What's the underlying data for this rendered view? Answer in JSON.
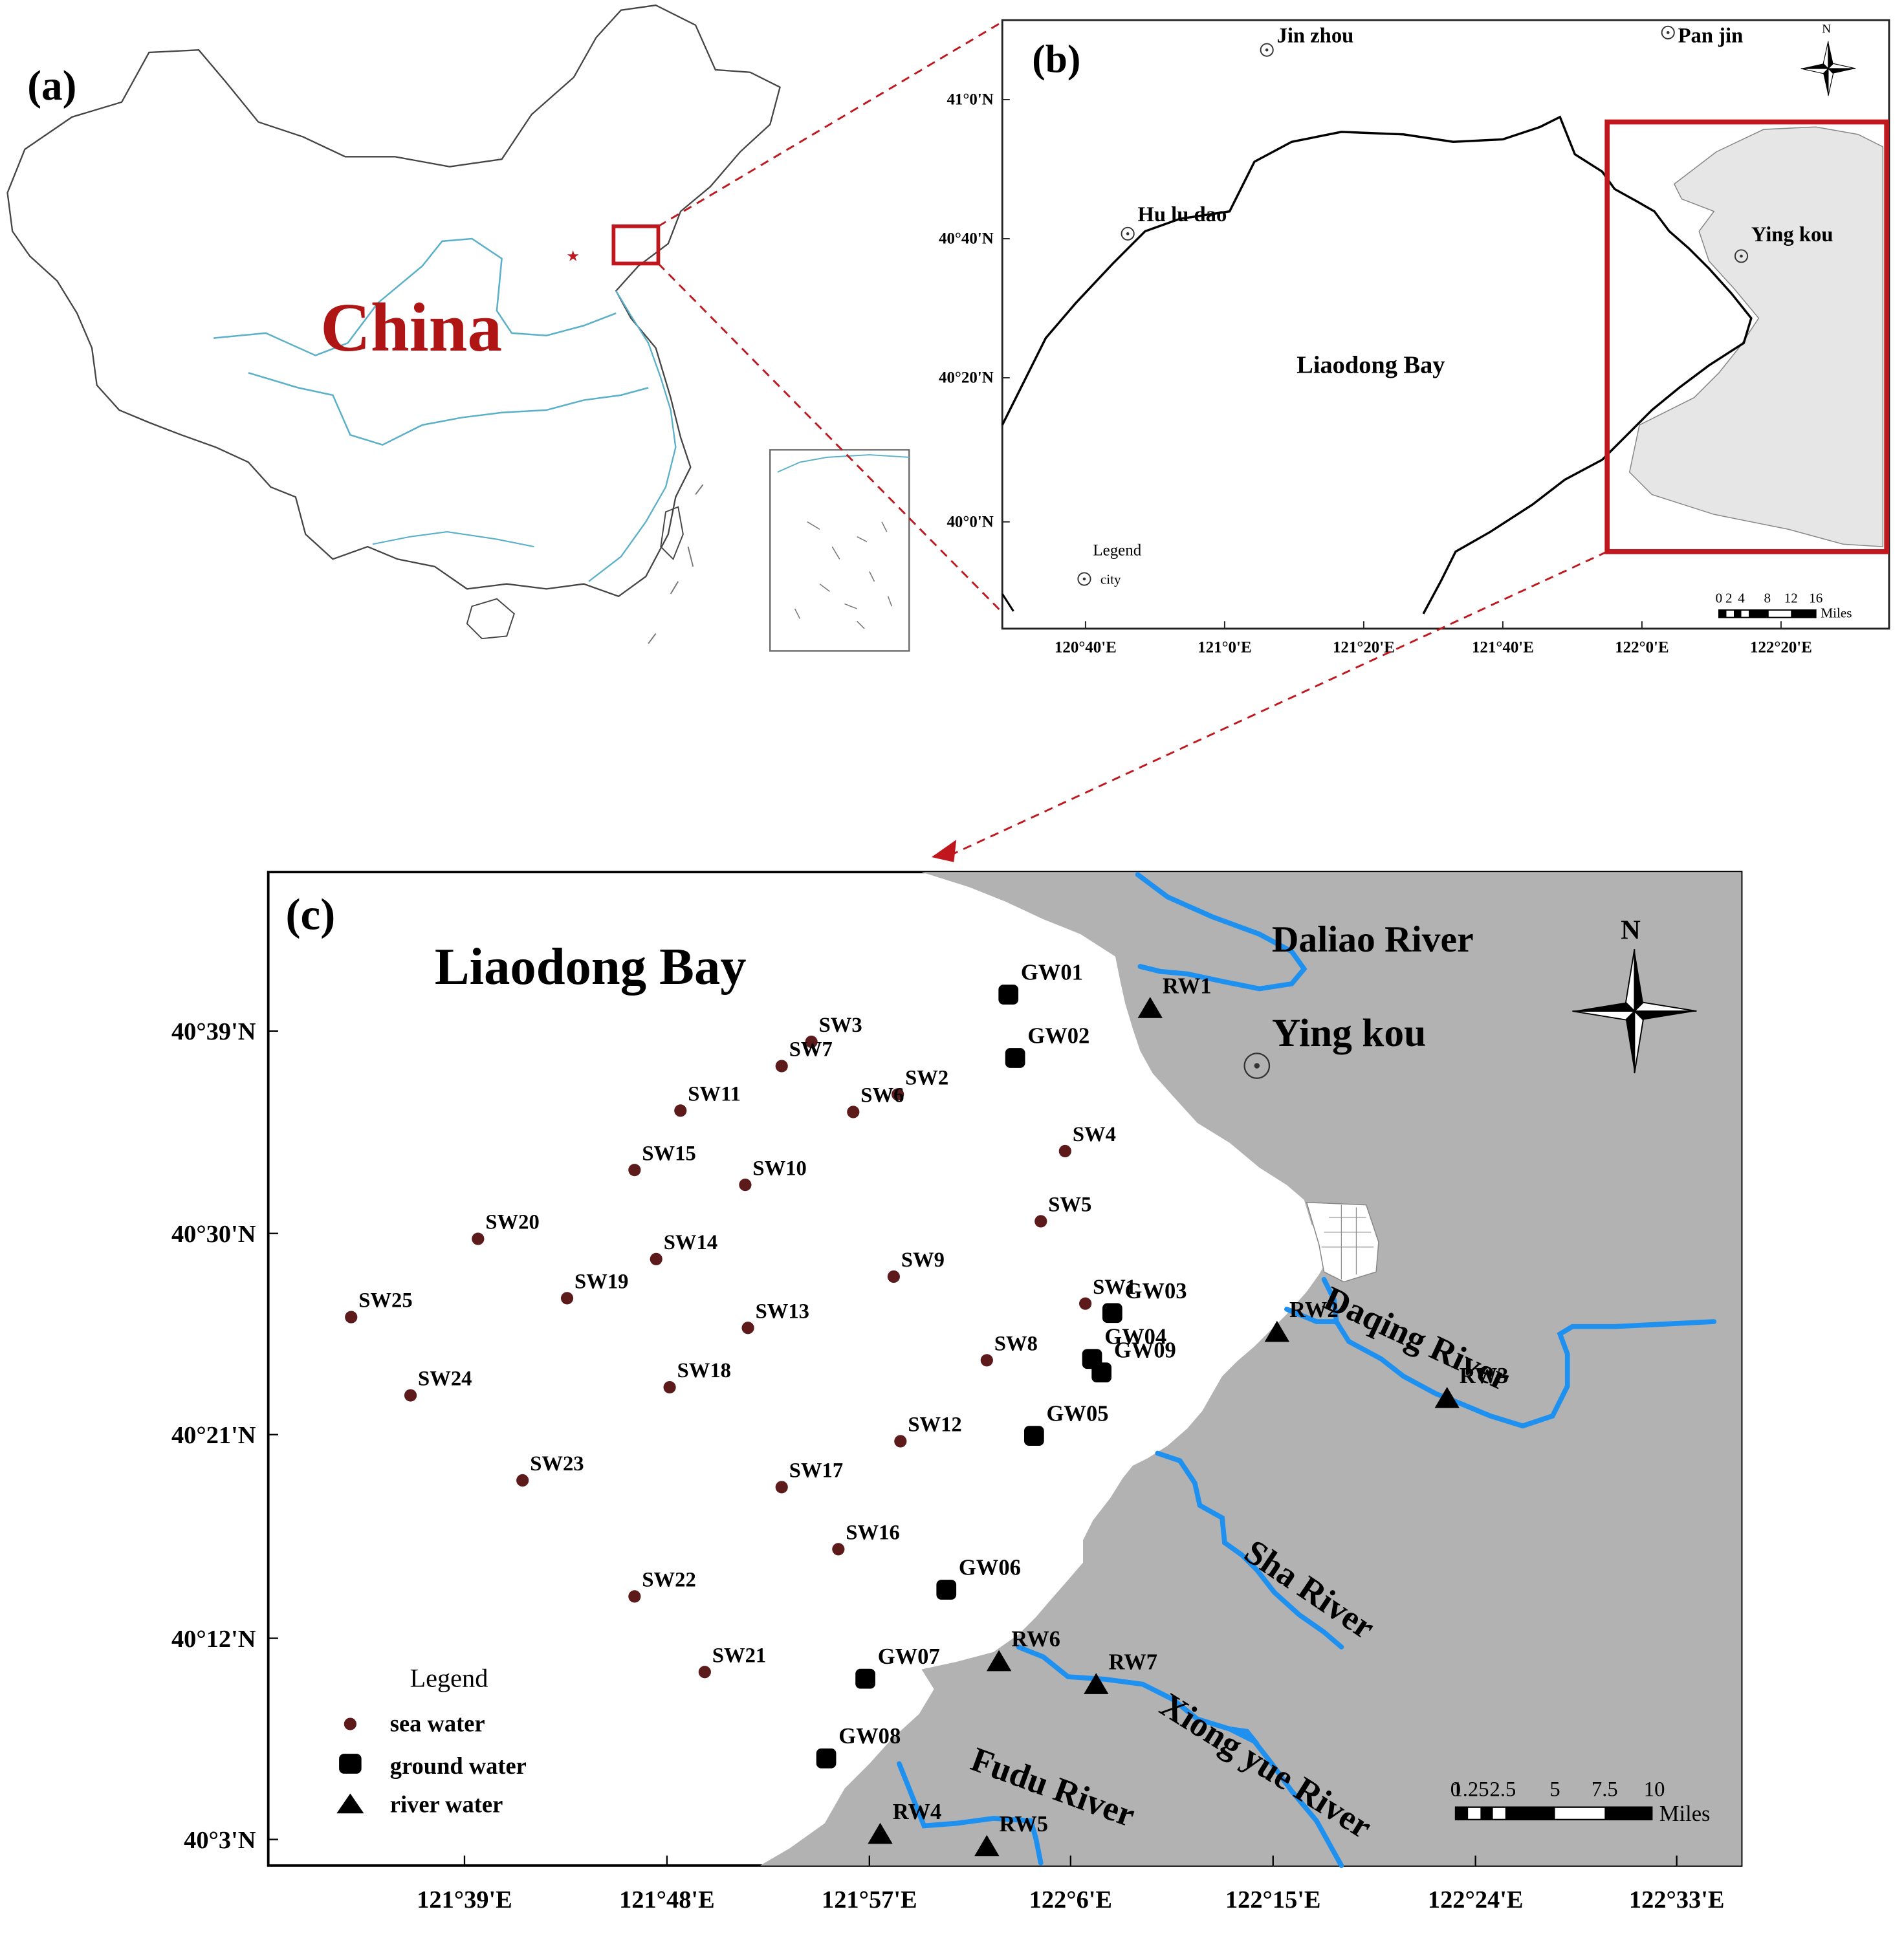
{
  "panel_a": {
    "label": "(a)",
    "country": "China"
  },
  "panel_b": {
    "label": "(b)",
    "cities": [
      "Jin zhou",
      "Pan jin",
      "Hu lu dao",
      "Ying kou"
    ],
    "bay_name": "Liaodong Bay",
    "lat_ticks": [
      "41°0'N",
      "40°40'N",
      "40°20'N",
      "40°0'N"
    ],
    "lon_ticks": [
      "120°40'E",
      "121°0'E",
      "121°20'E",
      "121°40'E",
      "122°0'E",
      "122°20'E"
    ],
    "legend_title": "Legend",
    "legend_city": "city",
    "scale_labels": [
      "0",
      "2",
      "4",
      "8",
      "12",
      "16"
    ],
    "scale_unit": "Miles",
    "north": "N"
  },
  "panel_c": {
    "label": "(c)",
    "bay_name": "Liaodong Bay",
    "city": "Ying kou",
    "north": "N",
    "rivers": [
      "Daliao River",
      "Daqing River",
      "Sha River",
      "Xiong yue River",
      "Fudu River"
    ],
    "lat_ticks": [
      "40°39'N",
      "40°30'N",
      "40°21'N",
      "40°12'N",
      "40°3'N"
    ],
    "lon_ticks": [
      "121°39'E",
      "121°48'E",
      "121°57'E",
      "122°6'E",
      "122°15'E",
      "122°24'E",
      "122°33'E"
    ],
    "legend": {
      "title": "Legend",
      "sea": "sea water",
      "ground": "ground water",
      "river": "river water"
    },
    "scale_labels": [
      "0",
      "1.25",
      "2.5",
      "5",
      "7.5",
      "10"
    ],
    "scale_unit": "Miles",
    "sea_water": [
      {
        "id": "SW1",
        "lon": 122.11,
        "lat": 40.448
      },
      {
        "id": "SW2",
        "lon": 121.971,
        "lat": 40.603
      },
      {
        "id": "SW3",
        "lon": 121.907,
        "lat": 40.642
      },
      {
        "id": "SW4",
        "lon": 122.095,
        "lat": 40.561
      },
      {
        "id": "SW5",
        "lon": 122.077,
        "lat": 40.509
      },
      {
        "id": "SW6",
        "lon": 121.938,
        "lat": 40.59
      },
      {
        "id": "SW7",
        "lon": 121.885,
        "lat": 40.624
      },
      {
        "id": "SW8",
        "lon": 122.037,
        "lat": 40.406
      },
      {
        "id": "SW9",
        "lon": 121.968,
        "lat": 40.468
      },
      {
        "id": "SW10",
        "lon": 121.858,
        "lat": 40.536
      },
      {
        "id": "SW11",
        "lon": 121.81,
        "lat": 40.591
      },
      {
        "id": "SW12",
        "lon": 121.973,
        "lat": 40.346
      },
      {
        "id": "SW13",
        "lon": 121.86,
        "lat": 40.43
      },
      {
        "id": "SW14",
        "lon": 121.792,
        "lat": 40.481
      },
      {
        "id": "SW15",
        "lon": 121.776,
        "lat": 40.547
      },
      {
        "id": "SW16",
        "lon": 121.927,
        "lat": 40.266
      },
      {
        "id": "SW17",
        "lon": 121.885,
        "lat": 40.312
      },
      {
        "id": "SW18",
        "lon": 121.802,
        "lat": 40.386
      },
      {
        "id": "SW19",
        "lon": 121.726,
        "lat": 40.452
      },
      {
        "id": "SW20",
        "lon": 121.66,
        "lat": 40.496
      },
      {
        "id": "SW21",
        "lon": 121.828,
        "lat": 40.175
      },
      {
        "id": "SW22",
        "lon": 121.776,
        "lat": 40.231
      },
      {
        "id": "SW23",
        "lon": 121.693,
        "lat": 40.317
      },
      {
        "id": "SW24",
        "lon": 121.61,
        "lat": 40.38
      },
      {
        "id": "SW25",
        "lon": 121.566,
        "lat": 40.438
      }
    ],
    "ground_water": [
      {
        "id": "GW01",
        "lon": 122.053,
        "lat": 40.677
      },
      {
        "id": "GW02",
        "lon": 122.058,
        "lat": 40.63
      },
      {
        "id": "GW03",
        "lon": 122.13,
        "lat": 40.441
      },
      {
        "id": "GW04",
        "lon": 122.115,
        "lat": 40.407
      },
      {
        "id": "GW05",
        "lon": 122.072,
        "lat": 40.35
      },
      {
        "id": "GW06",
        "lon": 122.007,
        "lat": 40.236
      },
      {
        "id": "GW07",
        "lon": 121.947,
        "lat": 40.17
      },
      {
        "id": "GW08",
        "lon": 121.918,
        "lat": 40.111
      },
      {
        "id": "GW09",
        "lon": 122.122,
        "lat": 40.397
      }
    ],
    "river_water": [
      {
        "id": "RW1",
        "lon": 122.158,
        "lat": 40.667
      },
      {
        "id": "RW2",
        "lon": 122.252,
        "lat": 40.427
      },
      {
        "id": "RW3",
        "lon": 122.378,
        "lat": 40.378
      },
      {
        "id": "RW4",
        "lon": 121.958,
        "lat": 40.055
      },
      {
        "id": "RW5",
        "lon": 122.037,
        "lat": 40.046
      },
      {
        "id": "RW6",
        "lon": 122.046,
        "lat": 40.183
      },
      {
        "id": "RW7",
        "lon": 122.118,
        "lat": 40.166
      }
    ]
  },
  "colors": {
    "outline_red": "#c0171e",
    "river_blue": "#1e90ef",
    "land_gray": "#b2b2b2",
    "light_gray": "#e6e6e6",
    "sea_dot": "#5c1a1a",
    "china_text": "#b01515"
  }
}
